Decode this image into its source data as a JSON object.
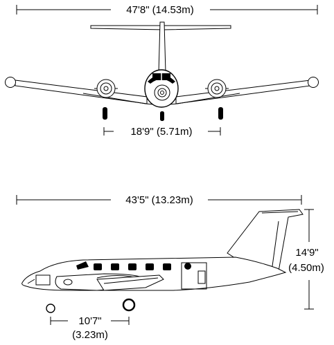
{
  "front_view": {
    "wingspan": "47'8\" (14.53m)",
    "wheel_track": "18'9\" (5.71m)"
  },
  "side_view": {
    "length": "43'5\" (13.23m)",
    "height_ft": "14'9\"",
    "height_m": "(4.50m)",
    "wheelbase_ft": "10'7\"",
    "wheelbase_m": "(3.23m)"
  }
}
